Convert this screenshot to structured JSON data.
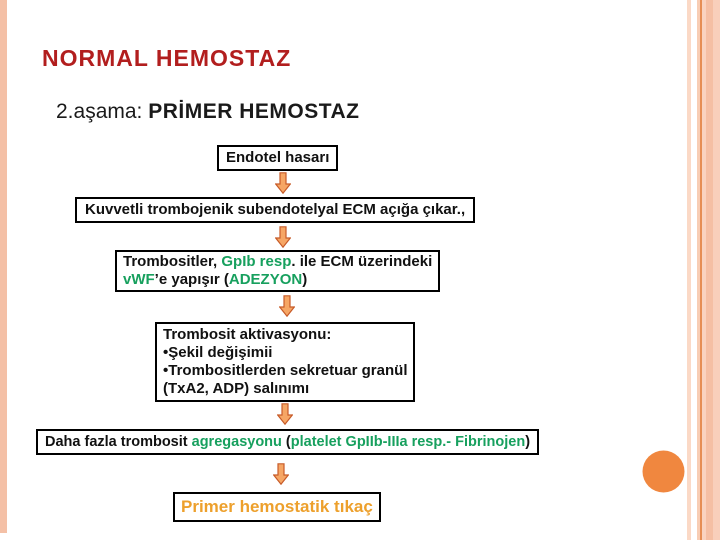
{
  "slide": {
    "title": "NORMAL HEMOSTAZ",
    "subtitle": {
      "prefix": "2.aşama: ",
      "main": "PRİMER HEMOSTAZ"
    }
  },
  "colors": {
    "title_red": "#B21E1E",
    "green_text": "#17A05E",
    "orange_text": "#EDA02C",
    "arrow_fill": "#F6A665",
    "arrow_border": "#C75B28",
    "circle_orange": "#F0873F",
    "stripe_peach": "#F4C0A6",
    "box_border": "#000000"
  },
  "flowchart": {
    "boxes": [
      {
        "name": "endotel-hasari",
        "lines": [
          [
            {
              "text": "Endotel hasarı",
              "color": "black"
            }
          ]
        ]
      },
      {
        "name": "ecm-aciga-cikar",
        "lines": [
          [
            {
              "text": "Kuvvetli trombojenik subendotelyal ECM açığa çıkar.,",
              "color": "black"
            }
          ]
        ]
      },
      {
        "name": "adezyon",
        "lines": [
          [
            {
              "text": "Trombositler, ",
              "color": "black"
            },
            {
              "text": "GpIb resp",
              "color": "green"
            },
            {
              "text": ". ile ECM üzerindeki",
              "color": "black"
            }
          ],
          [
            {
              "text": "vWF",
              "color": "green"
            },
            {
              "text": "’e yapışır (",
              "color": "black"
            },
            {
              "text": "ADEZYON",
              "color": "green"
            },
            {
              "text": ")",
              "color": "black"
            }
          ]
        ]
      },
      {
        "name": "aktivasyon",
        "lines": [
          [
            {
              "text": "Trombosit aktivasyonu:",
              "color": "black"
            }
          ],
          [
            {
              "text": "•Şekil değişimii",
              "color": "black"
            }
          ],
          [
            {
              "text": "•Trombositlerden sekretuar granül",
              "color": "black"
            }
          ],
          [
            {
              "text": "(TxA2, ADP) salınımı",
              "color": "black"
            }
          ]
        ]
      },
      {
        "name": "agregasyon",
        "lines": [
          [
            {
              "text": "Daha fazla trombosit ",
              "color": "black"
            },
            {
              "text": "agregasyonu",
              "color": "green"
            },
            {
              "text": " (",
              "color": "black"
            },
            {
              "text": "platelet GpIIb-IIIa resp.- Fibrinojen",
              "color": "green"
            },
            {
              "text": ")",
              "color": "black"
            }
          ]
        ]
      },
      {
        "name": "primer-tikac",
        "lines": [
          [
            {
              "text": "Primer hemostatik tıkaç",
              "color": "orange"
            }
          ]
        ]
      }
    ]
  }
}
